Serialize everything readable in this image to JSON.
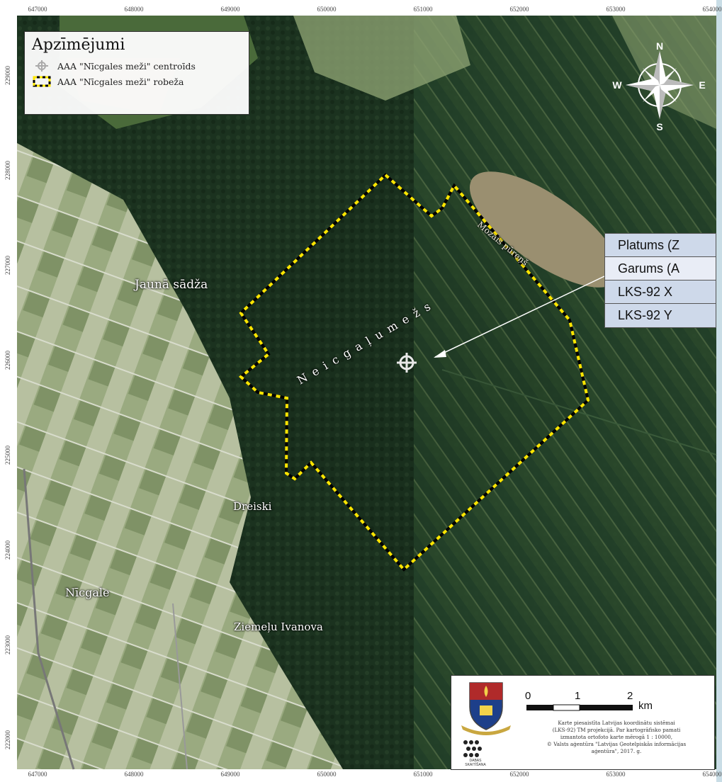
{
  "axes": {
    "x_ticks": [
      "647000",
      "648000",
      "649000",
      "650000",
      "651000",
      "652000",
      "653000",
      "654000"
    ],
    "y_ticks": [
      "229000",
      "228000",
      "227000",
      "226000",
      "225000",
      "224000",
      "223000",
      "222000"
    ]
  },
  "legend": {
    "title": "Apzīmējumi",
    "items": [
      {
        "label": "AAA \"Nīcgales meži\" centroīds",
        "icon": "centroid-icon"
      },
      {
        "label": "AAA \"Nīcgales meži\" robeža",
        "icon": "boundary-dashed-icon",
        "colors": [
          "#000000",
          "#ffe600"
        ]
      }
    ]
  },
  "places": {
    "jauna_sadza": "Jaunā sādža",
    "dreiski": "Dreiski",
    "nicgale": "Nīcgale",
    "ziemelu_ivanova": "Ziemeļu Ivanova",
    "mozais_purens": "Mozais pūreņš",
    "forest_name": "N e i c g a ļ u   m e ž s"
  },
  "compass": {
    "n": "N",
    "e": "E",
    "s": "S",
    "w": "W"
  },
  "callout": {
    "rows": [
      "Platums (Z",
      "Garums (A",
      "LKS-92 X",
      "LKS-92 Y"
    ]
  },
  "scalebar": {
    "labels": [
      "0",
      "1",
      "2"
    ],
    "unit": "km"
  },
  "credits": {
    "lines": [
      "Karte piesaistīta Latvijas koordinātu sistēmai",
      "(LKS-92) TM projekcijā. Par kartogrāfisko pamati",
      "izmantota ortofoto karte mērogā 1 : 10000,",
      "© Valsts aģentūra \"Latvijas Ģeotelpiskās informācijas",
      "aģentūra\", 2017. g."
    ]
  },
  "logo_text": {
    "line1": "DABAS",
    "line2": "SKAITĪŠANA"
  },
  "colors": {
    "forest": "#1d3320",
    "field": "#8a9a6a",
    "boundary_yellow": "#ffe600",
    "callout_bg": "#ced9ea"
  }
}
